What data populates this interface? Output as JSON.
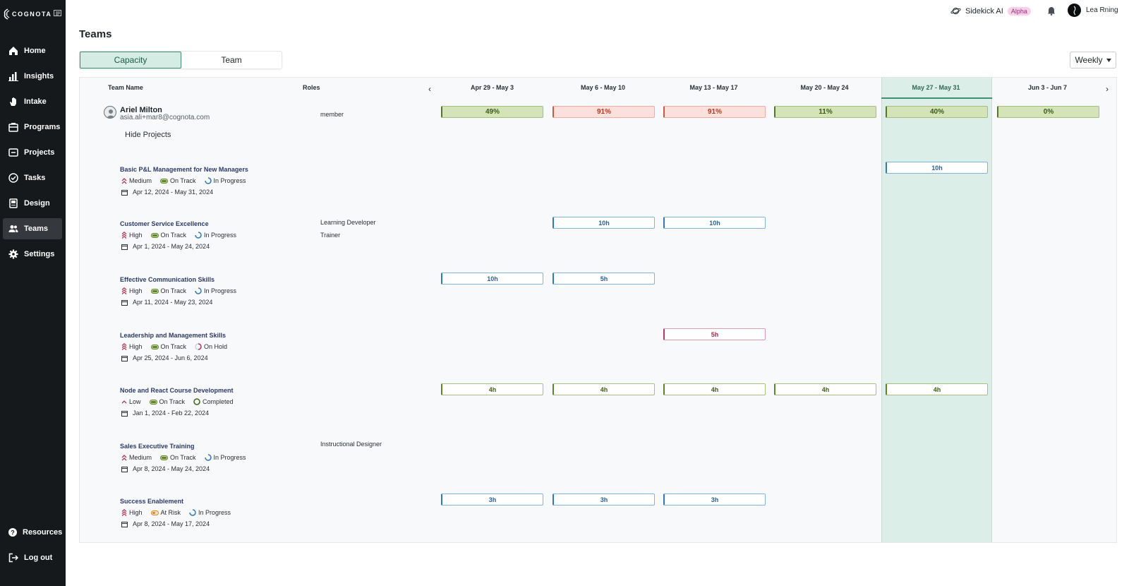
{
  "brand": {
    "logo_text": "COGNOTA"
  },
  "sidebar": {
    "items": [
      {
        "label": "Home",
        "icon": "home-icon"
      },
      {
        "label": "Insights",
        "icon": "chart-icon"
      },
      {
        "label": "Intake",
        "icon": "hand-icon"
      },
      {
        "label": "Programs",
        "icon": "programs-icon"
      },
      {
        "label": "Projects",
        "icon": "projects-icon"
      },
      {
        "label": "Tasks",
        "icon": "check-circle-icon"
      },
      {
        "label": "Design",
        "icon": "design-icon"
      },
      {
        "label": "Teams",
        "icon": "users-icon",
        "active": true
      },
      {
        "label": "Settings",
        "icon": "gear-icon"
      }
    ],
    "bottom": [
      {
        "label": "Resources",
        "icon": "help-icon"
      },
      {
        "label": "Log out",
        "icon": "logout-icon"
      }
    ]
  },
  "topbar": {
    "sidekick_label": "Sidekick AI",
    "sidekick_badge": "Alpha",
    "user_name": "Lea Rning"
  },
  "page": {
    "title": "Teams",
    "tabs": [
      {
        "label": "Capacity",
        "active": true
      },
      {
        "label": "Team",
        "active": false
      }
    ],
    "period_select": "Weekly"
  },
  "grid": {
    "headers": {
      "team_name": "Team Name",
      "roles": "Roles"
    },
    "weeks": [
      "Apr 29 - May 3",
      "May 6 - May 10",
      "May 13 - May 17",
      "May 20 - May 24",
      "May 27 - May 31",
      "Jun 3 - Jun 7"
    ],
    "highlighted_week": "May 27 - May 31",
    "member": {
      "name": "Ariel Milton",
      "email": "asia.ali+mar8@cognota.com",
      "role": "member",
      "utilization": [
        "49%",
        "91%",
        "91%",
        "11%",
        "40%",
        "0%"
      ],
      "toggle_label": "Hide Projects"
    },
    "projects": [
      {
        "name": "Basic P&L Management for New Managers",
        "priority": "Medium",
        "health": "On Track",
        "status": "In Progress",
        "dates": "Apr 12, 2024 - May 31, 2024",
        "roles": [],
        "hours": [
          "",
          "",
          "",
          "",
          "10h",
          ""
        ]
      },
      {
        "name": "Customer Service Excellence",
        "priority": "High",
        "health": "On Track",
        "status": "In Progress",
        "dates": "Apr 1, 2024 - May 24, 2024",
        "roles": [
          "Learning Developer",
          "Trainer"
        ],
        "hours": [
          "",
          "10h",
          "10h",
          "",
          "",
          ""
        ]
      },
      {
        "name": "Effective Communication Skills",
        "priority": "High",
        "health": "On Track",
        "status": "In Progress",
        "dates": "Apr 11, 2024 - May 23, 2024",
        "roles": [],
        "hours": [
          "10h",
          "5h",
          "",
          "",
          "",
          ""
        ]
      },
      {
        "name": "Leadership and Management Skills",
        "priority": "High",
        "health": "On Track",
        "status": "On Hold",
        "dates": "Apr 25, 2024 - Jun 6, 2024",
        "roles": [],
        "hours": [
          "",
          "",
          "5h",
          "",
          "",
          ""
        ]
      },
      {
        "name": "Node and React Course Development",
        "priority": "Low",
        "health": "On Track",
        "status": "Completed",
        "dates": "Jan 1, 2024 - Feb 22, 2024",
        "roles": [],
        "hours": [
          "4h",
          "4h",
          "4h",
          "4h",
          "4h",
          ""
        ]
      },
      {
        "name": "Sales Executive Training",
        "priority": "Medium",
        "health": "On Track",
        "status": "In Progress",
        "dates": "Apr 8, 2024 - May 24, 2024",
        "roles": [
          "Instructional Designer"
        ],
        "hours": [
          "",
          "",
          "",
          "",
          "",
          ""
        ]
      },
      {
        "name": "Success Enablement",
        "priority": "High",
        "health": "At Risk",
        "status": "In Progress",
        "dates": "Apr 8, 2024 - May 17, 2024",
        "roles": [],
        "hours": [
          "3h",
          "3h",
          "3h",
          "",
          "",
          ""
        ]
      }
    ]
  },
  "colors": {
    "accent": "#3f8f75",
    "over_capacity": "#d35440",
    "under_capacity": "#4f7a1e",
    "sidebar_bg": "#16191b"
  }
}
